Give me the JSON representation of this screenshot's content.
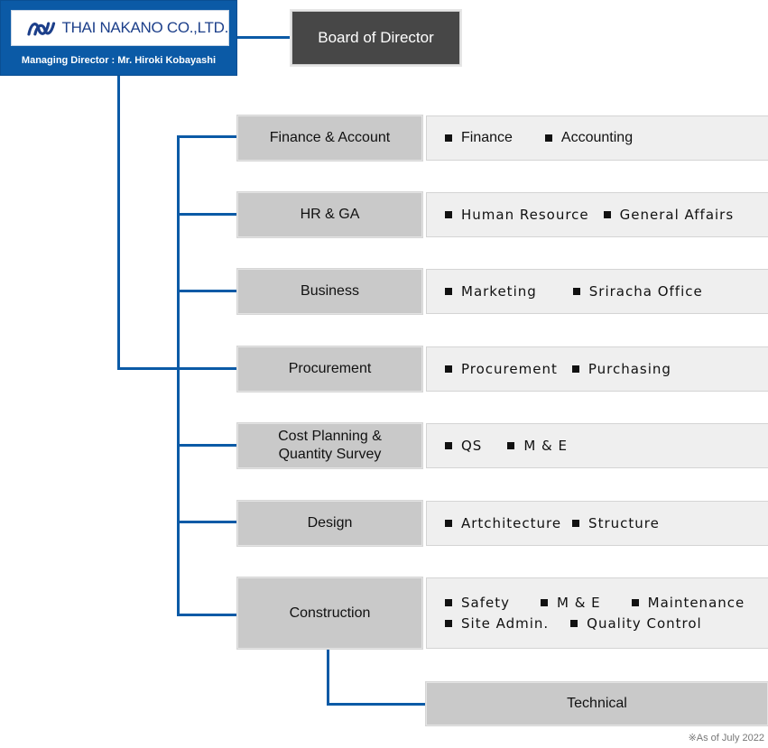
{
  "company": {
    "name": "THAI NAKANO CO.,LTD.",
    "managing_director": "Managing Director : Mr. Hiroki Kobayashi",
    "brand_color": "#0b5aa6"
  },
  "board": {
    "label": "Board of Director"
  },
  "departments": [
    {
      "name": "Finance & Account",
      "rows": [
        [
          "Finance",
          "Accounting"
        ]
      ]
    },
    {
      "name": "HR & GA",
      "rows": [
        [
          "Human Resource",
          "General Affairs"
        ]
      ]
    },
    {
      "name": "Business",
      "rows": [
        [
          "Marketing",
          "Sriracha Office"
        ]
      ]
    },
    {
      "name": "Procurement",
      "rows": [
        [
          "Procurement",
          "Purchasing"
        ]
      ]
    },
    {
      "name": "Cost Planning & Quantity Survey",
      "rows": [
        [
          "QS",
          "M & E"
        ]
      ]
    },
    {
      "name": "Design",
      "rows": [
        [
          "Artchitecture",
          "Structure"
        ]
      ]
    },
    {
      "name": "Construction",
      "rows": [
        [
          "Safety",
          "M & E",
          "Maintenance"
        ],
        [
          "Site Admin.",
          "Quality Control"
        ]
      ]
    }
  ],
  "sub_unit": {
    "label": "Technical"
  },
  "note": "※As of July 2022"
}
